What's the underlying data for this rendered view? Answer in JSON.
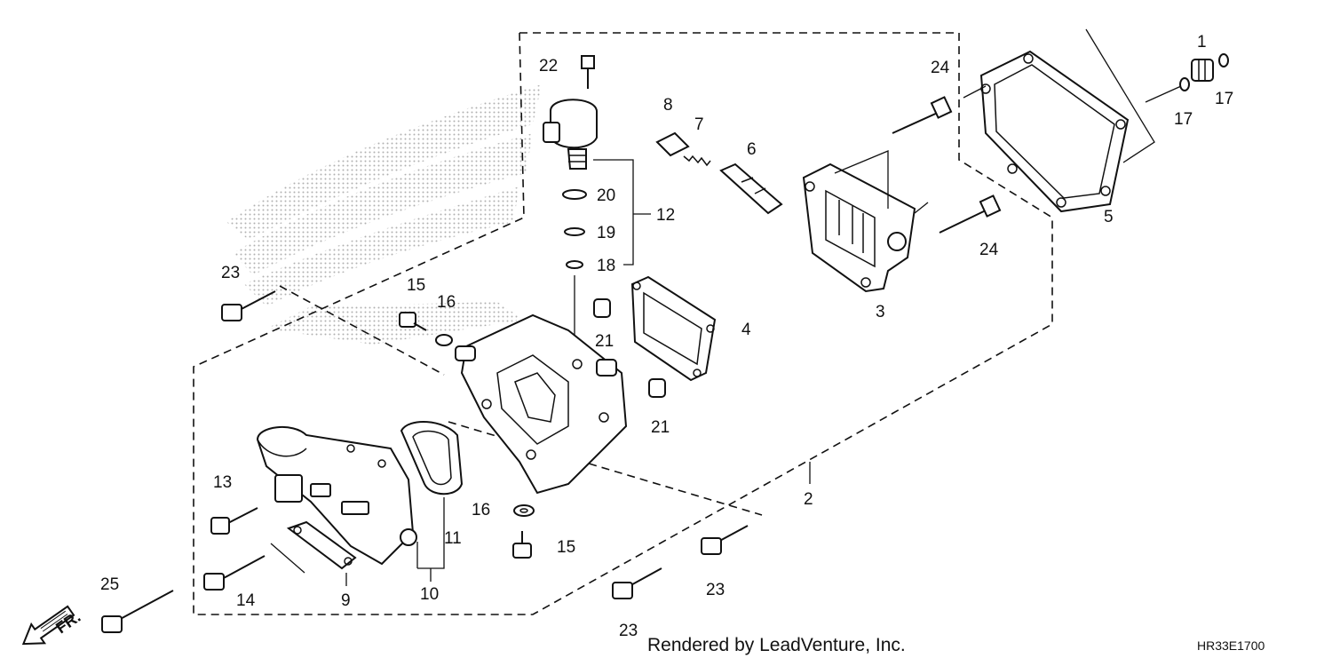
{
  "callouts": [
    "1",
    "17",
    "17",
    "24",
    "5",
    "24",
    "3",
    "22",
    "8",
    "7",
    "6",
    "20",
    "19",
    "18",
    "12",
    "4",
    "21",
    "21",
    "23",
    "15",
    "16",
    "13",
    "14",
    "25",
    "9",
    "10",
    "11",
    "16",
    "15",
    "2",
    "23",
    "23"
  ],
  "caption": "Rendered by LeadVenture, Inc.",
  "diagram_code": "HR33E1700",
  "front_marker": "FR.",
  "icons": [
    "honda-wing-watermark",
    "front-arrow-icon"
  ]
}
